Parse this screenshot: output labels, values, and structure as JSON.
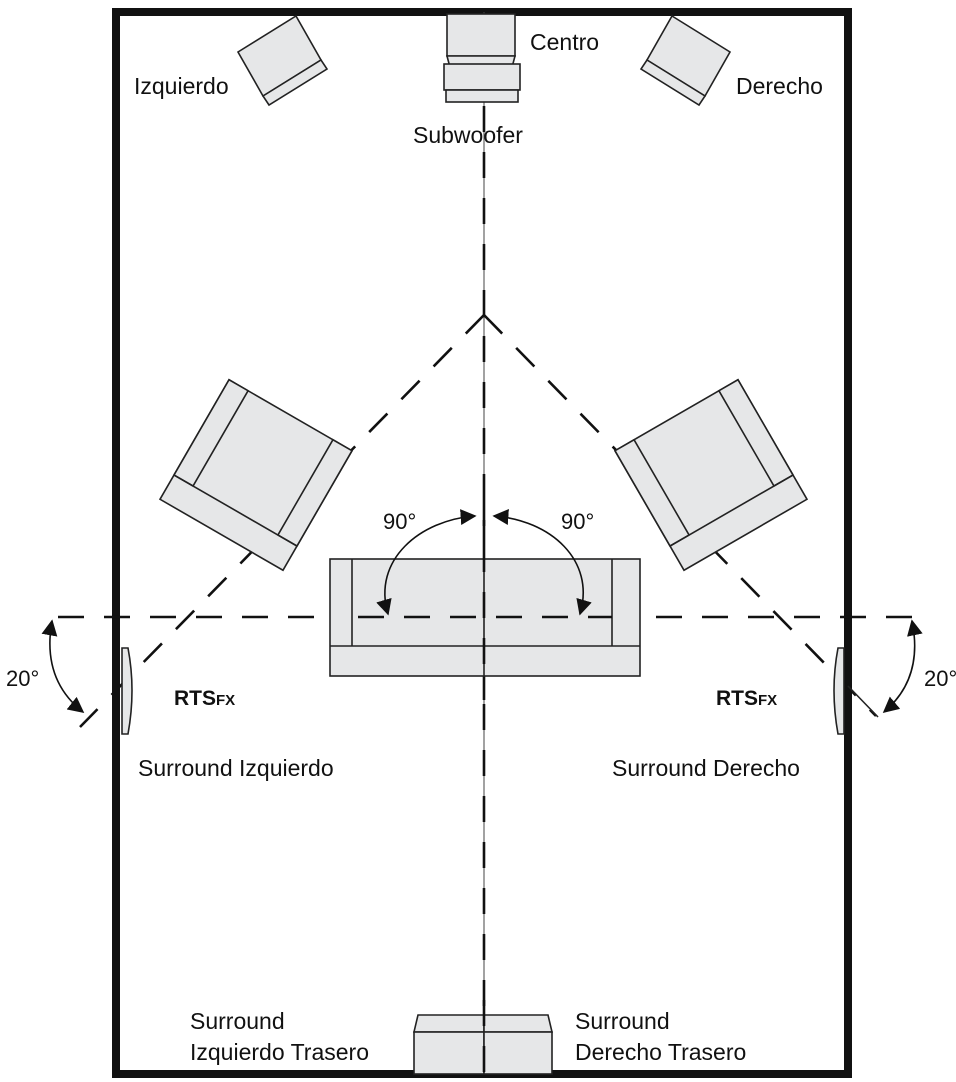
{
  "labels": {
    "front_left": "Izquierdo",
    "center": "Centro",
    "front_right": "Derecho",
    "subwoofer": "Subwoofer",
    "surround_left": "Surround Izquierdo",
    "surround_right": "Surround Derecho",
    "rear_left_line1": "Surround",
    "rear_left_line2": "Izquierdo Trasero",
    "rear_right_line1": "Surround",
    "rear_right_line2": "Derecho Trasero"
  },
  "angles": {
    "left_seat": "90°",
    "right_seat": "90°",
    "left_surround": "20°",
    "right_surround": "20°"
  },
  "brand": {
    "main": "RTS",
    "suffix": "FX"
  },
  "colors": {
    "line": "#111111",
    "fill": "#e6e7e8",
    "background": "#ffffff"
  }
}
